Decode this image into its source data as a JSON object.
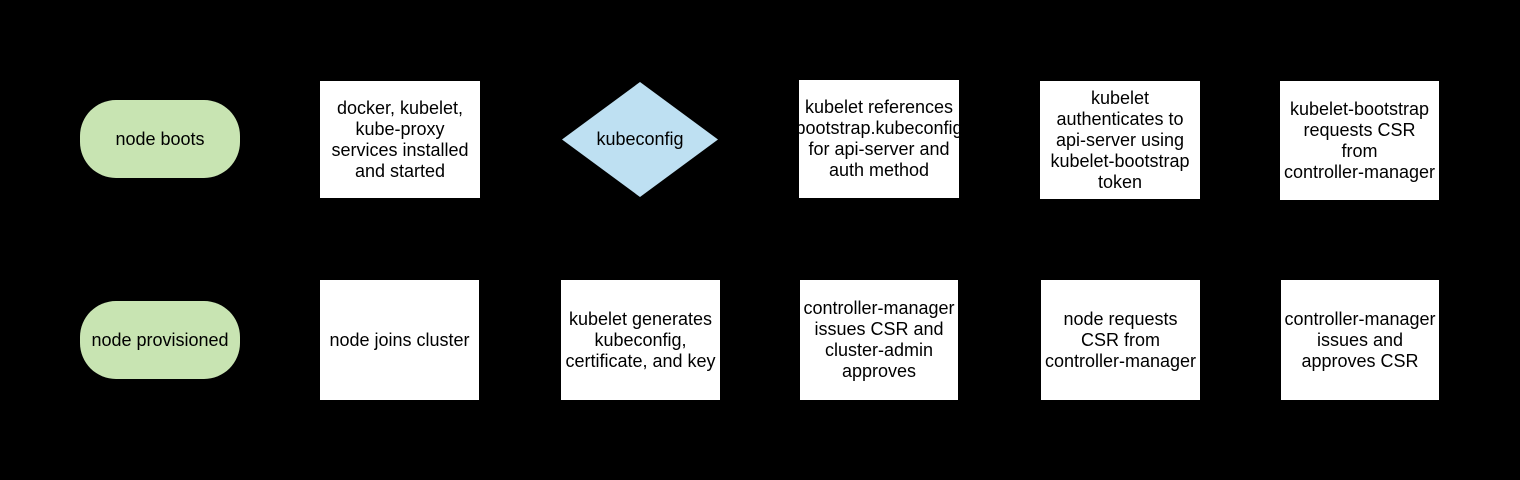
{
  "diagram": {
    "colors": {
      "background": "#000000",
      "terminal_fill": "#c8e4b2",
      "decision_fill": "#bee0f2",
      "process_fill": "#ffffff",
      "text": "#000000"
    },
    "nodes": [
      {
        "id": "node-boots",
        "shape": "terminal",
        "label": "node boots"
      },
      {
        "id": "services-installed",
        "shape": "process",
        "label": "docker, kubelet,\nkube-proxy\nservices installed\nand started"
      },
      {
        "id": "kubeconfig-decision",
        "shape": "decision",
        "label": "kubeconfig"
      },
      {
        "id": "references-bootstrap-kubeconfig",
        "shape": "process",
        "label": "kubelet references\nbootstrap.kubeconfig\nfor api-server and\nauth method"
      },
      {
        "id": "authenticates-to-api-server",
        "shape": "process",
        "label": "kubelet\nauthenticates to\napi-server using\nkubelet-bootstrap\ntoken"
      },
      {
        "id": "kubelet-bootstrap-requests-csr",
        "shape": "process",
        "label": "kubelet-bootstrap\nrequests CSR\nfrom\ncontroller-manager"
      },
      {
        "id": "node-provisioned",
        "shape": "terminal",
        "label": "node provisioned"
      },
      {
        "id": "node-joins-cluster",
        "shape": "process",
        "label": "node joins cluster"
      },
      {
        "id": "kubelet-generates-kubeconfig",
        "shape": "process",
        "label": "kubelet generates\nkubeconfig,\ncertificate, and key"
      },
      {
        "id": "controller-manager-issues-csr-cluster-admin-approves",
        "shape": "process",
        "label": "controller-manager\nissues CSR and\ncluster-admin\napproves"
      },
      {
        "id": "node-requests-csr",
        "shape": "process",
        "label": "node requests\nCSR from\ncontroller-manager"
      },
      {
        "id": "controller-manager-issues-and-approves-csr",
        "shape": "process",
        "label": "controller-manager\nissues and\napproves CSR"
      }
    ]
  }
}
